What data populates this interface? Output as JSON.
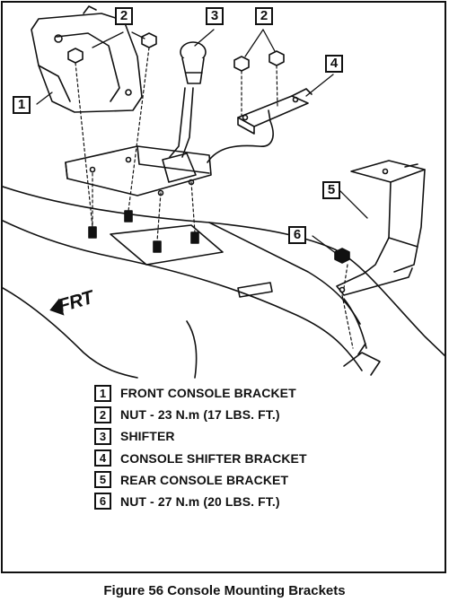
{
  "figure": {
    "caption": "Figure 56 Console Mounting Brackets",
    "direction_label": "FRT"
  },
  "callouts": [
    "1",
    "2",
    "3",
    "2",
    "4",
    "5",
    "6"
  ],
  "legend": [
    {
      "number": "1",
      "text": "FRONT CONSOLE BRACKET"
    },
    {
      "number": "2",
      "text": "NUT - 23 N.m (17 LBS. FT.)"
    },
    {
      "number": "3",
      "text": "SHIFTER"
    },
    {
      "number": "4",
      "text": "CONSOLE SHIFTER BRACKET"
    },
    {
      "number": "5",
      "text": "REAR CONSOLE BRACKET"
    },
    {
      "number": "6",
      "text": "NUT - 27 N.m (20 LBS. FT.)"
    }
  ]
}
